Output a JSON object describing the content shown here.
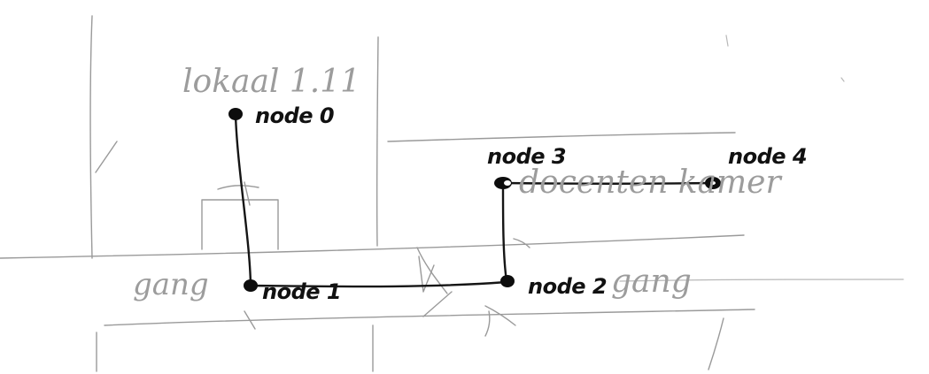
{
  "nodes": [
    {
      "id": "0",
      "label": "node 0"
    },
    {
      "id": "1",
      "label": "node 1"
    },
    {
      "id": "2",
      "label": "node 2"
    },
    {
      "id": "3",
      "label": "node 3"
    },
    {
      "id": "4",
      "label": "node 4"
    }
  ],
  "edges": [
    {
      "from": "0",
      "to": "1"
    },
    {
      "from": "1",
      "to": "2"
    },
    {
      "from": "2",
      "to": "3"
    },
    {
      "from": "3",
      "to": "4"
    }
  ],
  "areas": {
    "room": "lokaal 1.11",
    "hallway_left": "gang",
    "hallway_right": "gang",
    "office": "docenten kamer"
  },
  "colors": {
    "ink": "#151515",
    "pencil": "#9a9a9a"
  }
}
